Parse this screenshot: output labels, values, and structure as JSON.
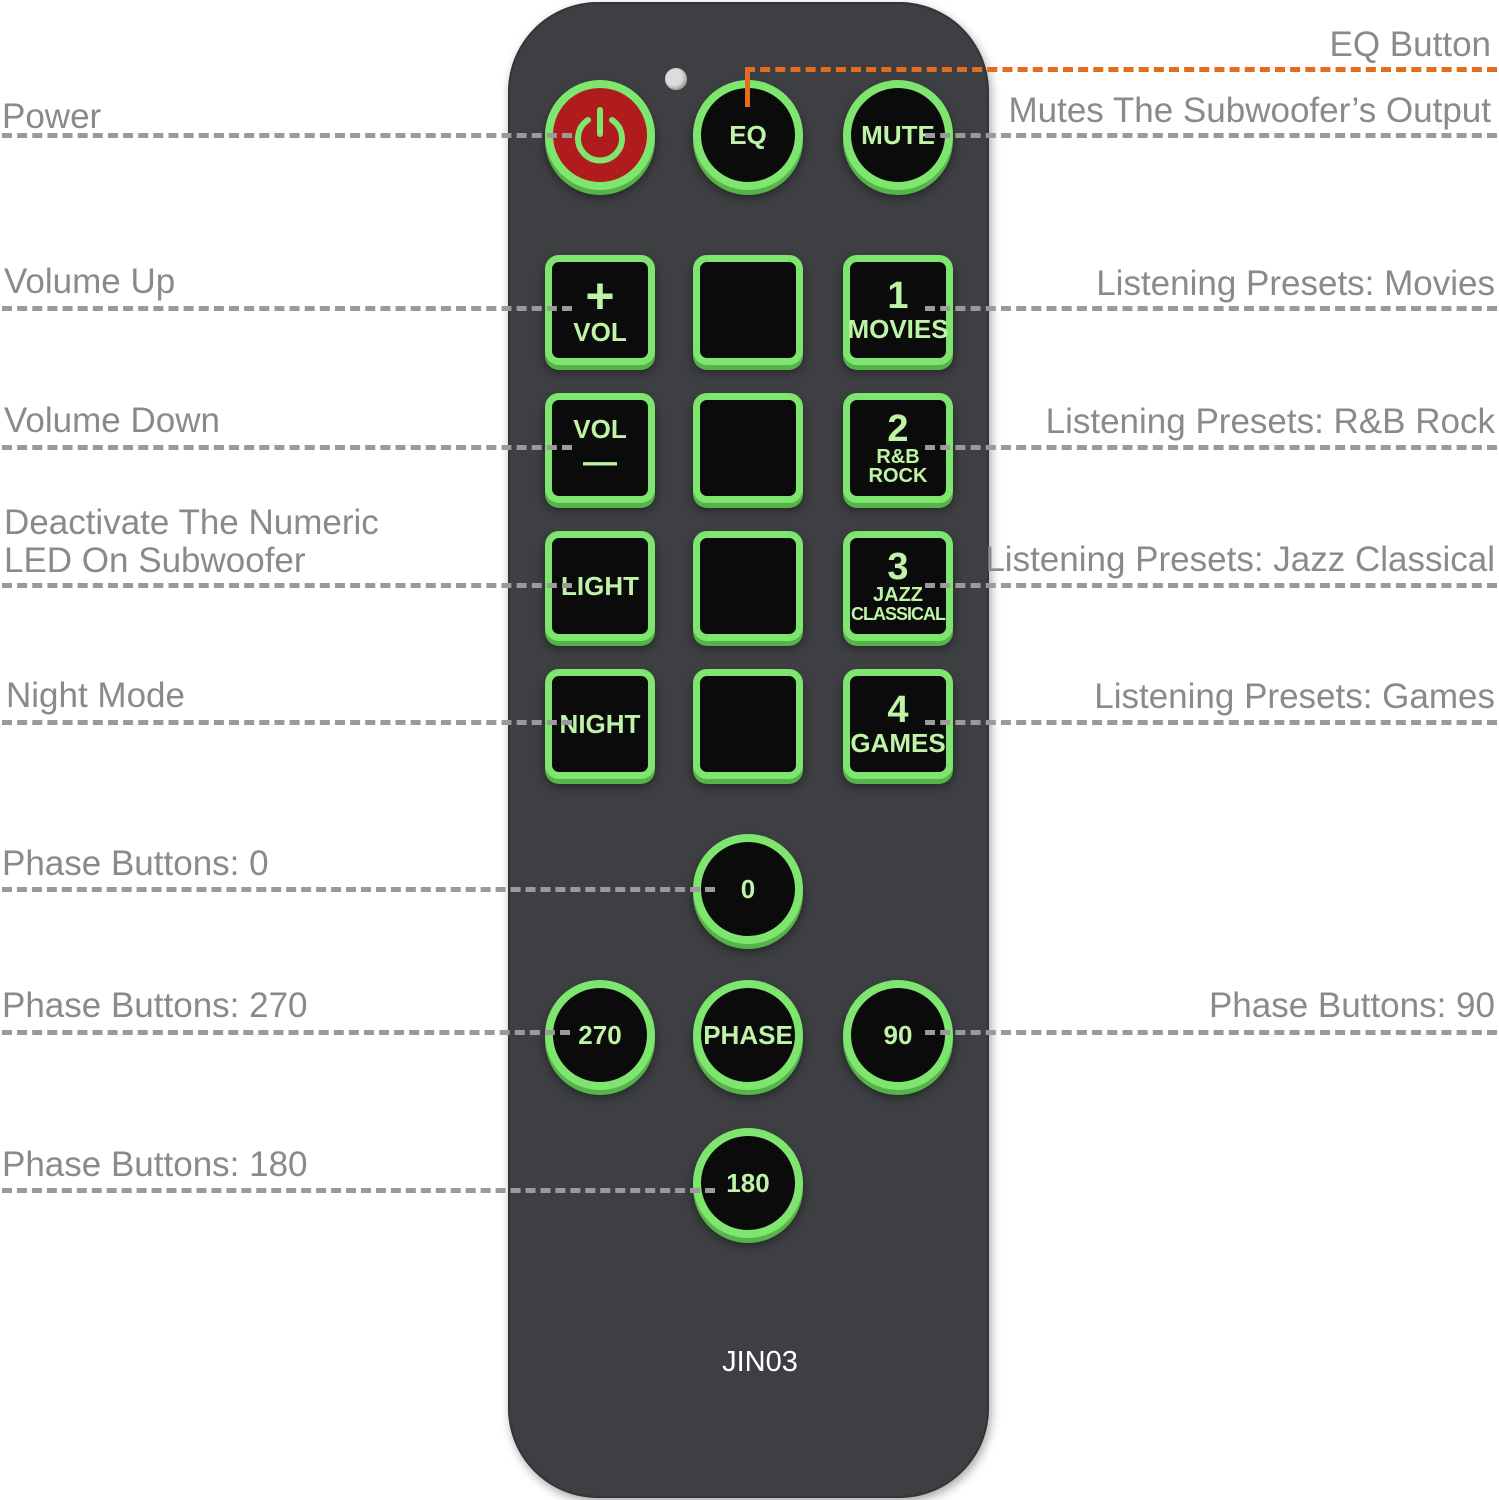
{
  "callouts": {
    "eq_button": "EQ Button",
    "power": "Power",
    "mute": "Mutes The Subwoofer’s Output",
    "volume_up": "Volume Up",
    "preset_movies": "Listening Presets: Movies",
    "volume_down": "Volume Down",
    "preset_rb_rock": "Listening Presets: R&B Rock",
    "light_line1": "Deactivate The Numeric",
    "light_line2": "LED On Subwoofer",
    "preset_jazz": "Listening Presets: Jazz Classical",
    "night_mode": "Night Mode",
    "preset_games": "Listening Presets: Games",
    "phase_0": "Phase Buttons: 0",
    "phase_270": "Phase Buttons: 270",
    "phase_90": "Phase Buttons: 90",
    "phase_180": "Phase Buttons: 180"
  },
  "remote": {
    "model": "JIN03",
    "buttons": {
      "eq": "EQ",
      "mute": "MUTE",
      "vol_plus_sign": "+",
      "vol_plus_label": "VOL",
      "vol_minus_label": "VOL",
      "vol_minus_sign": "—",
      "light": "LIGHT",
      "night": "NIGHT",
      "preset1_num": "1",
      "preset1_label": "MOVIES",
      "preset2_num": "2",
      "preset2_line1": "R&B",
      "preset2_line2": "ROCK",
      "preset3_num": "3",
      "preset3_line1": "JAZZ",
      "preset3_line2": "CLASSICAL",
      "preset4_num": "4",
      "preset4_label": "GAMES",
      "phase_0": "0",
      "phase_270": "270",
      "phase": "PHASE",
      "phase_90": "90",
      "phase_180": "180"
    }
  },
  "colors": {
    "body": "#3d3f42",
    "button_glow": "#7ee56e",
    "button_text": "#bff3a6",
    "power": "#b01b1b",
    "callout_text": "#8a8a8a",
    "leader_line": "#9a9a9a",
    "eq_leader": "#e36c1d"
  },
  "icons": {
    "power": "power-icon"
  }
}
